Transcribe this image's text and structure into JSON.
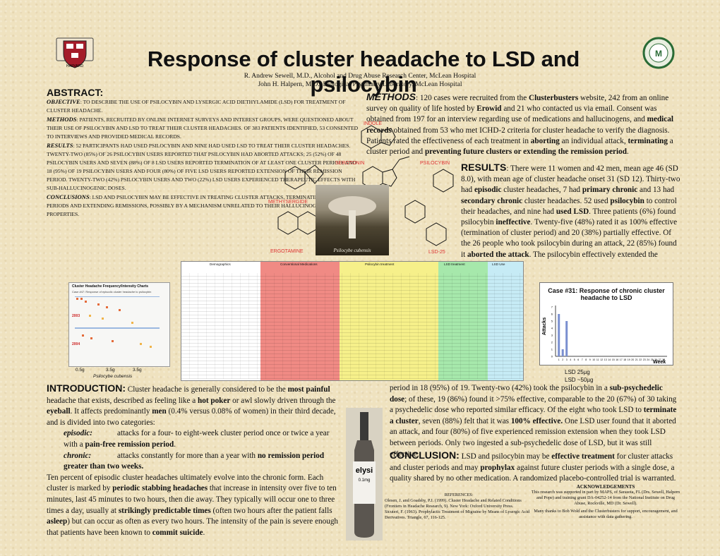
{
  "title": "Response of cluster headache to LSD and psilocybin",
  "authors": {
    "line1": "R. Andrew Sewell, M.D., Alcohol and Drug Abuse Research Center, McLean Hospital",
    "line2": "John H. Halpern, M.D., Biological Psychiatry Laboratory, McLean Hospital"
  },
  "logos": {
    "left": "harvard-shield",
    "right": "mclean-hospital-seal",
    "left_text": "VE RI TAS",
    "right_text": "McLEAN HOSPITAL 1811"
  },
  "abstract": {
    "heading": "ABSTRACT:",
    "objective_label": "OBJECTIVE",
    "objective": ": to describe the use of psilocybin and lysergic acid diethylamide (LSD) for treatment of cluster headache.",
    "methods_label": "METHODS",
    "methods": ": Patients, recruited by online internet surveys and interest groups, were questioned about their use of psilocybin and LSD to treat their cluster headaches. Of 383 patients identified, 53 consented to interviews and provided medical records.",
    "results_label": "RESULTS",
    "results": ": 52 participants had used psilocybin and nine had used LSD to treat their cluster headaches. Twenty-two (85%) of 26 psilocybin users reported that psilocybin had aborted attacks; 25 (52%) of 48 psilocybin users and seven (88%) of 8 LSD users reported termination of at least one cluster period; and 18 (95%) of 19 psilocybin users and four (80%) of five LSD users reported extension of their remission period. Twenty-two (42%) psilocybin users and two (22%) LSD users experienced therapeutic effects with sub-hallucinogenic doses.",
    "conclusions_label": "CONCLUSIONS",
    "conclusions": ": LSD and psilocybin may be effective in treating cluster attacks, terminating cluster periods and extending remissions, possibly by a mechanism unrelated to their hallucinogenic properties."
  },
  "methods": {
    "heading": "METHODS",
    "p1": ": 120 cases were recruited from the ",
    "b1": "Clusterbusters",
    "p2": " website, 242 from an online survey on quality of life hosted by ",
    "b2": "Erowid",
    "p3": " and 21 who contacted us via email. Consent was obtained from 197 for an interview regarding use of medications and hallucinogens, and ",
    "b3": "medical records",
    "p4": " obtained from 53 who met ICHD-2 criteria for cluster headache to verify the diagnosis. Patients rated the effectiveness of each treatment in ",
    "b4": "aborting",
    "p5": " an individual attack, ",
    "b5": "terminating",
    "p6": " a cluster period and ",
    "b6": "preventing future clusters or extending the remission period",
    "p7": "."
  },
  "results": {
    "heading": "RESULTS",
    "p1": ": There were 11 women and 42 men, mean age 46 (SD 8.0), with mean age of cluster headache onset 31 (SD 12). Thirty-two had ",
    "b1": "episodic",
    "p2": " cluster headaches, 7 had ",
    "b2": "primary chronic",
    "p3": " and 13 had ",
    "b3": "secondary chronic",
    "p4": " cluster headaches. 52 used ",
    "b4": "psilocybin",
    "p5": " to control their headaches, and nine had ",
    "b5": "used LSD",
    "p6": ". Three patients (6%) found psilocybin ",
    "b6": "ineffective",
    "p7": ". Twenty-five (48%) rated it as 100% effective (termination of cluster period) and 20 (38%) partially effective. Of the 26 people who took psilocybin during an attack, 22 (85%) found it ",
    "b7": "aborted the attack",
    "p8": ". The psilocybin effectively extended the remission"
  },
  "molecules": {
    "indole": "INDOLE",
    "serotonin": "SEROTONIN",
    "psilocybin": "PSILOCYBIN",
    "methysergide": "METHYSERGIDE",
    "ergotamine": "ERGOTAMINE",
    "lsd25": "LSD-25",
    "photo_caption": "Psilocybe cubensis"
  },
  "table": {
    "group_headers": [
      "Demographics",
      "Conventional Medications",
      "Psilocybin treatment",
      "LSD treatment",
      "LSD Use"
    ],
    "group_colors": [
      "#ffffff",
      "#f07a78",
      "#f6f08a",
      "#9fe6a4",
      "#bfe8f4"
    ]
  },
  "freq_chart": {
    "title": "Cluster Headache Frequency/Intensity Charts",
    "legend": "Case #47: Response of episodic cluster headache to psilocybin",
    "doses": [
      "0.5g",
      "3.5g",
      "3.5g"
    ],
    "species": "Psilocybe cubensis",
    "years": [
      "2003",
      "2004"
    ]
  },
  "case_chart": {
    "title": "Case #31: Response of chronic cluster headache to LSD",
    "ylabel": "Attacks",
    "xlabel": "Week",
    "type": "bar",
    "categories": [
      "1",
      "2",
      "3",
      "4",
      "5",
      "6",
      "7",
      "8",
      "9",
      "10",
      "11",
      "12",
      "13",
      "14",
      "15",
      "16",
      "17",
      "18",
      "19",
      "20",
      "21",
      "22",
      "23",
      "24",
      "25",
      "26",
      "27",
      "28"
    ],
    "values": [
      6,
      1,
      5,
      0,
      0,
      0,
      0,
      0,
      0,
      0,
      0,
      0,
      0,
      0,
      0,
      0,
      0,
      0,
      0,
      0,
      0,
      0,
      0,
      0,
      0,
      0,
      0,
      0
    ],
    "ylim": [
      0,
      7
    ],
    "doses": [
      "LSD 25µg",
      "LSD ~50µg"
    ]
  },
  "intro": {
    "heading": "INTRODUCTION:",
    "s1": " Cluster headache is generally considered to be the ",
    "b1": "most painful",
    "s2": " headache that exists, described as feeling like a ",
    "b2": "hot poker",
    "s3": " or awl slowly driven through the ",
    "b3": "eyeball",
    "s4": ". It affects predominantly ",
    "b4": "men",
    "s5": " (0.4% versus 0.08% of women) in their third decade, and is divided into two categories:",
    "episodic_label": "episodic:",
    "episodic_text": "attacks for a four- to eight-week cluster period once or twice a year with a ",
    "episodic_b": "pain-free remission period",
    "chronic_label": "chronic:",
    "chronic_text": "attacks constantly for more than a year with ",
    "chronic_b": "no remission period greater than two weeks.",
    "p2a": "Ten percent of episodic cluster headaches ultimately evolve into the chronic form. Each cluster is marked by ",
    "p2b": "periodic stabbing headaches",
    "p2c": " that increase in intensity over five to ten minutes, last 45 minutes to two hours, then die away. They typically will occur one to three times a day, usually at ",
    "p2d": "strikingly predictable times",
    "p2e": " (often two hours after the patient falls ",
    "p2f": "asleep",
    "p2g": ") but can occur as often as every two hours. The intensity of the pain is severe enough that patients have been known to ",
    "p2h": "commit suicide",
    "p2i": "."
  },
  "vial": {
    "label": "elysi",
    "sub": "0.1mg"
  },
  "results2": {
    "t1": "period in 18 (95%) of 19. Twenty-two (42%) took the psilocybin in a ",
    "b1": "sub-psychedelic dose",
    "t2": "; of these, 19 (86%) found it >75% effective, comparable to the 20 (67%) of 30 taking a psychedelic dose who reported similar efficacy. Of the eight who took LSD to ",
    "b2": "terminate a cluster",
    "t3": ", seven (88%) felt that it was ",
    "b3": "100% effective.",
    "t4": " One LSD user found that it aborted an attack, and four (80%) of five experienced remission extension when they took LSD between periods. Only two ingested a sub-psychedelic dose of LSD, but it was still effective."
  },
  "conclusion": {
    "heading": "CONCLUSION:",
    "t1": " LSD and psilocybin may be ",
    "b1": "effective treatment",
    "t2": " for cluster attacks and cluster periods and may ",
    "b2": "prophylax",
    "t3": " against future cluster periods with a single dose, a quality shared by no other medication. A randomized placebo-controlled trial is warranted."
  },
  "references": {
    "heading": "REFERENCES:",
    "r1": "Olesen, J. and Goadsby, P.J. (1999). Cluster Headache and Related Conditions (Frontiers in Headache Research, 9). New York: Oxford University Press.",
    "r2": "Sicuteri, F. (1963). Prophylactic Treatment of Migraine by Means of Lysergic Acid Derivatives. Triangle, 67, 116-125."
  },
  "acknowledgements": {
    "heading": "ACKNOWLEDGEMENTS",
    "p1": "This research was supported in part by MAPS, of Sarasota, FL (Drs. Sewell, Halpern and Pope) and training grant DA-04252-14 from the National Institute on Drug Abuse, Rockville, MD (Dr. Sewell).",
    "p2": "Many thanks to Bob Wold and the Clusterbusters for support, encouragement, and assistance with data gathering."
  }
}
